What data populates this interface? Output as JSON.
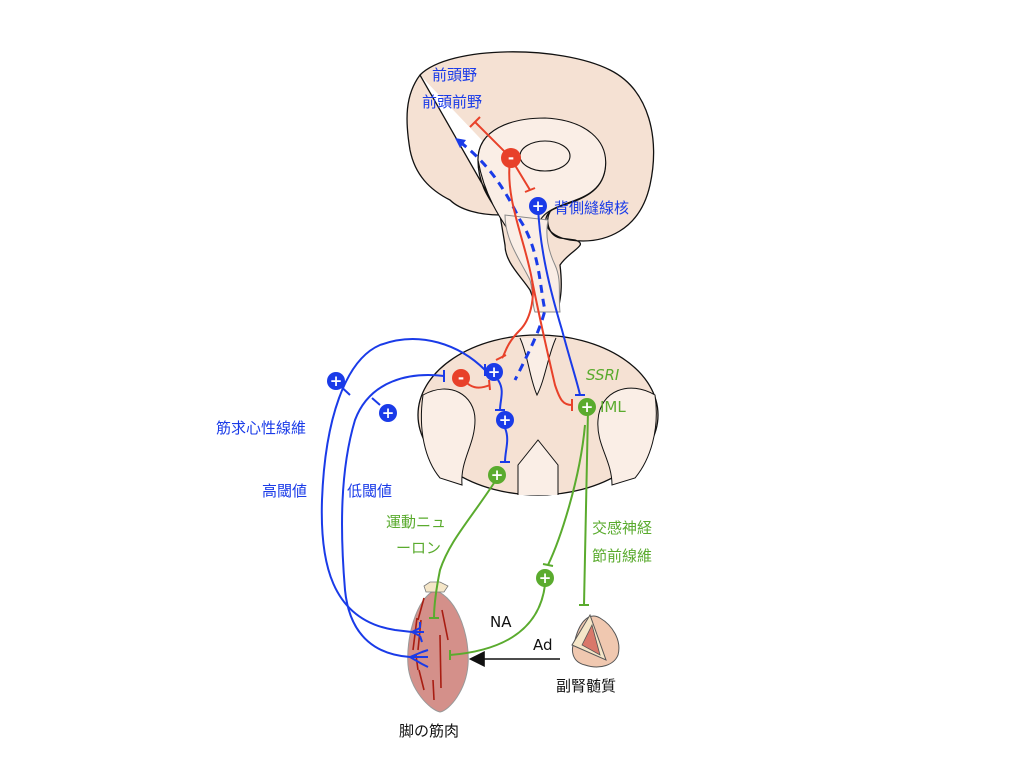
{
  "colors": {
    "blue": "#1a3be8",
    "red": "#e8412a",
    "green": "#5aab2e",
    "black": "#111111",
    "brain_fill": "#f5e1d3",
    "brain_inner": "#faeee6",
    "cord_fill": "#f5e1d3",
    "muscle_fill": "#d4908a",
    "muscle_fiber": "#a81d12",
    "adrenal_outer": "#f0c8b0",
    "adrenal_inner": "#d9786a",
    "adrenal_rim": "#f5e6c8"
  },
  "labels": {
    "prefrontal_1": "前頭野",
    "prefrontal_2": "前頭前野",
    "dorsal_raphe": "背側縫線核",
    "ssri": "SSRI",
    "iml": "IML",
    "muscle_spindle_fiber": "筋求心性線維",
    "high_threshold": "高閾値",
    "low_threshold": "低閾値",
    "motor_neuron_1": "運動ニュ",
    "motor_neuron_2": "ーロン",
    "sympathetic_1": "交感神経",
    "sympathetic_2": "節前線維",
    "na": "NA",
    "ad": "Ad",
    "adrenal_medulla": "副腎髄質",
    "leg_muscle": "脚の筋肉"
  },
  "nodes": {
    "excitatory_symbol": "+",
    "inhibitory_symbol": "-"
  }
}
